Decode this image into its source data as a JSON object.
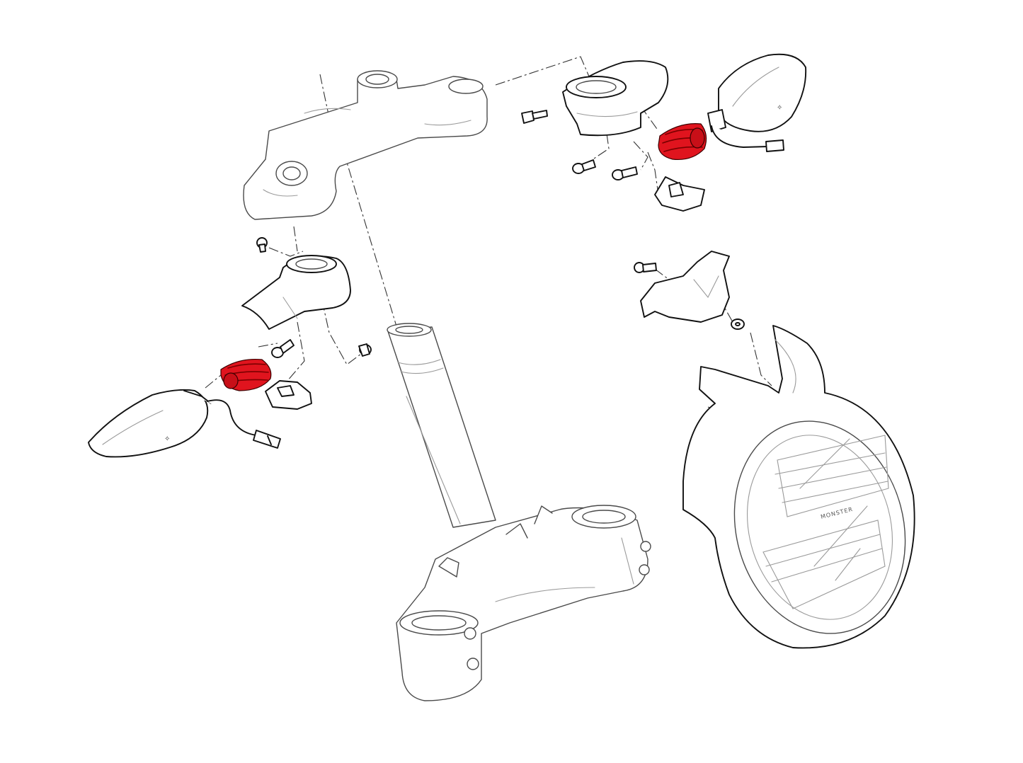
{
  "colors": {
    "background": "#ffffff",
    "outline": "#2a2a2a",
    "highlight": "#e0141e"
  },
  "headlight": {
    "lens_text": "MONSTER"
  },
  "highlighted_parts": [
    "rubber-spacer-left",
    "rubber-spacer-right"
  ]
}
